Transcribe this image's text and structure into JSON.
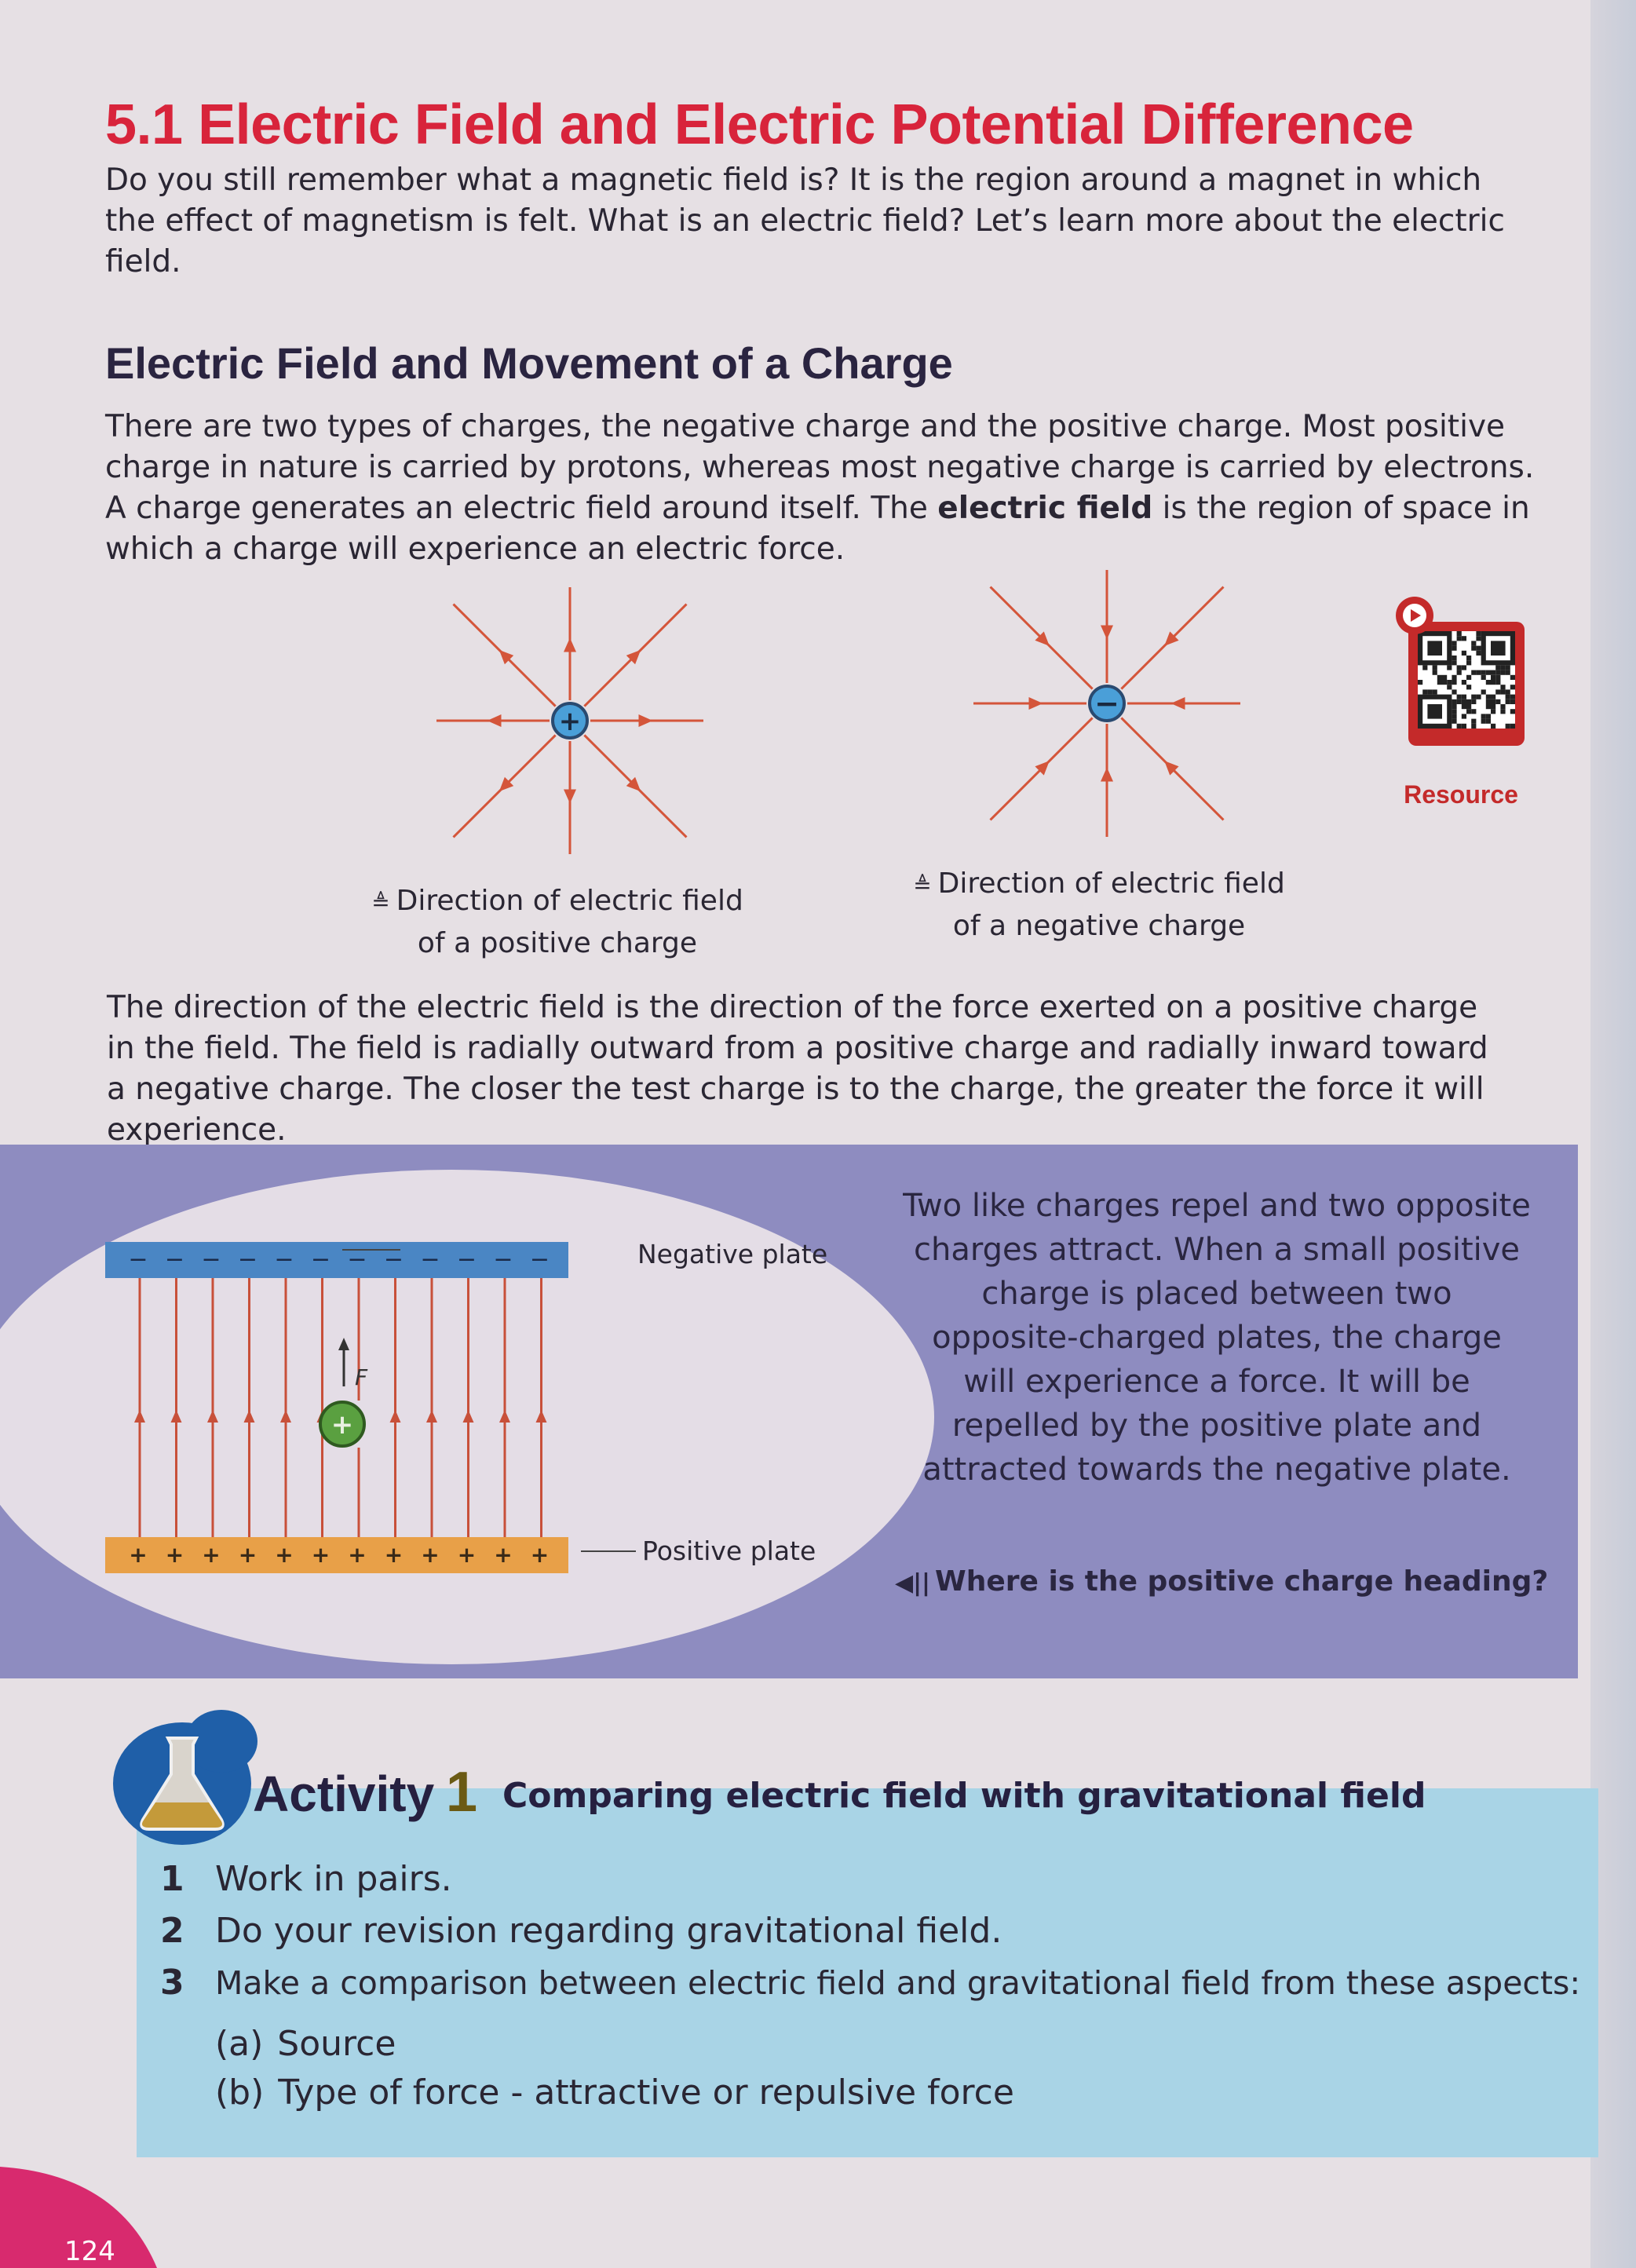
{
  "section_title": "5.1 Electric Field and Electric Potential Difference",
  "intro_lines": [
    "Do you still remember what a magnetic field is? It is the region around a magnet in which",
    "the effect of magnetism is felt. What is an electric field? Let’s learn more about the electric",
    "field."
  ],
  "subheading": "Electric Field and Movement of a Charge",
  "charges_para": {
    "line1": "There are two types of charges, the negative charge and the positive charge. Most positive",
    "line2": "charge in nature is carried by protons, whereas most negative charge is carried by electrons.",
    "line3_before": "A charge generates an electric field around itself. The ",
    "line3_bold": "electric field",
    "line3_after": " is the region of space in",
    "line4": "which a charge will experience an electric force."
  },
  "diagram_positive": {
    "symbol": "+",
    "caption_line1": "Direction of electric field",
    "caption_line2": "of a positive charge",
    "line_color": "#d4553a",
    "charge_color": "#4a9fd8"
  },
  "diagram_negative": {
    "symbol": "−",
    "caption_line1": "Direction of electric field",
    "caption_line2": "of a negative charge",
    "line_color": "#d4553a",
    "charge_color": "#4a9fd8"
  },
  "caption_marker": "≜",
  "resource_label": "Resource",
  "direction_lines": [
    "The direction of the electric field is the direction of the force exerted on a positive charge",
    "in the field. The field is radially outward from a positive charge and radially inward toward",
    "a negative charge. The closer the test charge is to the charge, the greater the force it will",
    "experience."
  ],
  "plates_diagram": {
    "negative_label": "Negative plate",
    "positive_label": "Positive plate",
    "force_label": "F",
    "charge_symbol": "+",
    "negative_plate_symbol": "−",
    "positive_plate_symbol": "+",
    "negative_plate_color": "#4a86c4",
    "positive_plate_color": "#e8a048",
    "field_line_color": "#c8503a",
    "charge_color": "#5aa040"
  },
  "plates_text_lines": [
    "Two like charges repel and two opposite",
    "charges attract. When a small positive",
    "charge is placed between two",
    "opposite-charged plates, the charge",
    "will experience a force. It will be",
    "repelled by the positive plate and",
    "attracted towards the negative plate."
  ],
  "question": "Where is the positive charge heading?",
  "question_icon": "◀||",
  "activity": {
    "title": "Activity",
    "number": "1",
    "subtitle": "Comparing electric field with gravitational field",
    "items": [
      {
        "num": "1",
        "text": "Work in pairs."
      },
      {
        "num": "2",
        "text": "Do your revision regarding gravitational field."
      },
      {
        "num": "3",
        "text": "Make a comparison between electric field and gravitational field from these aspects:"
      }
    ],
    "subitems": [
      {
        "label": "(a)",
        "text": "Source"
      },
      {
        "label": "(b)",
        "text": "Type of force - attractive or repulsive force"
      }
    ],
    "accent_color": "#1f5fa8",
    "box_color": "#a9d4e6"
  },
  "page_number": "124",
  "colors": {
    "title": "#d8243b",
    "band": "#8e8cc0",
    "page_tab": "#d82a6e"
  }
}
